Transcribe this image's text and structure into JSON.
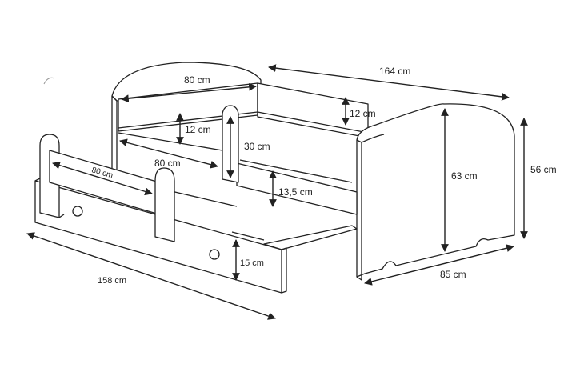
{
  "dimensions": {
    "bed_length": "164 cm",
    "back_rail_width": "80 cm",
    "back_rail_height": "12 cm",
    "inner_panel_height": "12 cm",
    "barrier_height": "30 cm",
    "mattress_depth": "80 cm",
    "barrier_board_width": "80 cm",
    "headboard_height": "63 cm",
    "total_height": "56 cm",
    "bed_width": "85 cm",
    "side_height": "13,5 cm",
    "drawer_height": "15 cm",
    "drawer_length": "158 cm"
  },
  "colors": {
    "line": "#222222",
    "background": "#ffffff"
  }
}
